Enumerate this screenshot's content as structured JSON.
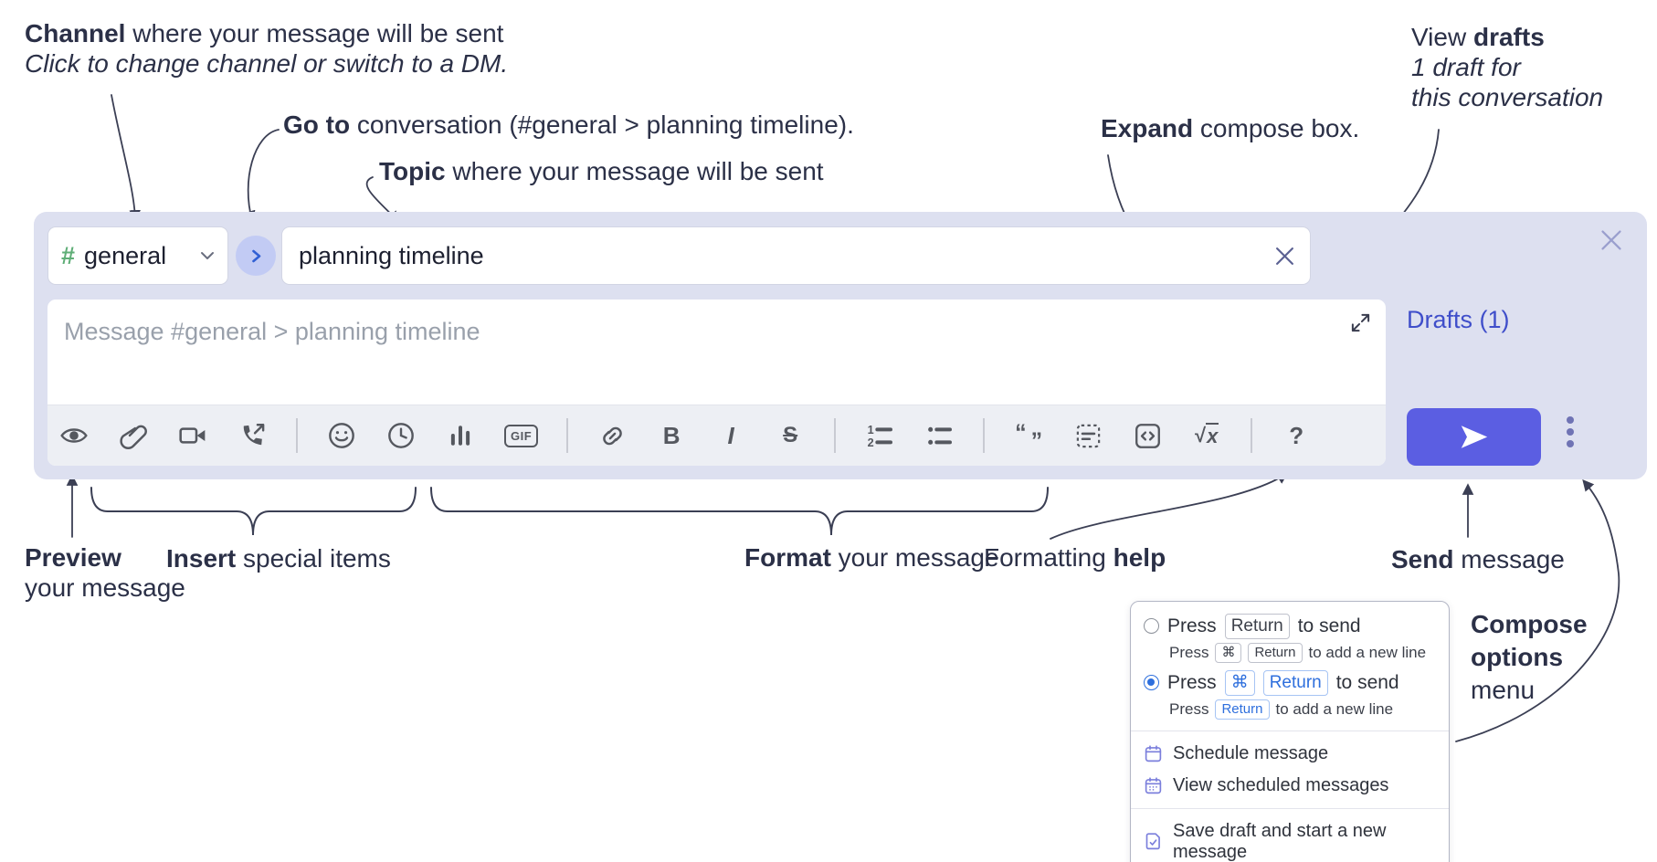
{
  "annotations": {
    "channel_line1_bold": "Channel",
    "channel_line1_rest": " where your message will be sent",
    "channel_line2": "Click to change channel or switch to a DM.",
    "goto_bold": "Go to",
    "goto_rest": " conversation (#general > planning timeline).",
    "topic_bold": "Topic",
    "topic_rest": " where your message will be sent",
    "expand_bold": "Expand",
    "expand_rest": " compose box.",
    "view_drafts_pre": "View ",
    "view_drafts_bold": "drafts",
    "view_drafts_line2": "1 draft for",
    "view_drafts_line3": "this conversation",
    "preview_bold": "Preview",
    "preview_line2": "your message",
    "insert_bold": "Insert",
    "insert_rest": " special items",
    "format_bold": "Format",
    "format_rest": " your message",
    "help_pre": "Formatting ",
    "help_bold": "help",
    "send_bold": "Send",
    "send_rest": " message",
    "compose_opts_line1": "Compose",
    "compose_opts_line2": "options",
    "compose_opts_line3": "menu"
  },
  "compose": {
    "channel_hash": "#",
    "channel_name": "general",
    "topic_value": "planning timeline",
    "message_placeholder": "Message #general > planning timeline",
    "drafts_link": "Drafts (1)"
  },
  "toolbar": {
    "icons": [
      "preview",
      "attach-file",
      "video-call",
      "voice-call",
      "emoji",
      "add-global-time",
      "poll",
      "gif",
      "link",
      "bold",
      "italic",
      "strikethrough",
      "numbered-list",
      "bulleted-list",
      "quote",
      "spoiler",
      "code",
      "math",
      "help"
    ],
    "bold_label": "B",
    "italic_label": "I",
    "strike_label": "S",
    "gif_label": "GIF",
    "math_root": "√",
    "math_var": "x",
    "quote_open": "“",
    "quote_close": "”",
    "ol_1": "1",
    "ol_2": "2",
    "help_label": "?"
  },
  "menu": {
    "opt1_pre": "Press",
    "opt1_key": "Return",
    "opt1_post": "to send",
    "opt1_sub_pre": "Press",
    "opt1_sub_key1": "⌘",
    "opt1_sub_key2": "Return",
    "opt1_sub_post": "to add a new line",
    "opt2_pre": "Press",
    "opt2_key1": "⌘",
    "opt2_key2": "Return",
    "opt2_post": "to send",
    "opt2_sub_pre": "Press",
    "opt2_sub_key": "Return",
    "opt2_sub_post": "to add a new line",
    "item_schedule": "Schedule message",
    "item_view_scheduled": "View scheduled messages",
    "item_save_draft": "Save draft and start a new message"
  },
  "colors": {
    "compose_bg": "#dde0f0",
    "send_button": "#5b5ee2",
    "drafts_link": "#3f4eca",
    "channel_hash": "#5fae77",
    "selected_blue": "#2e6fdd",
    "menu_icon_purple": "#7b7fdc"
  }
}
